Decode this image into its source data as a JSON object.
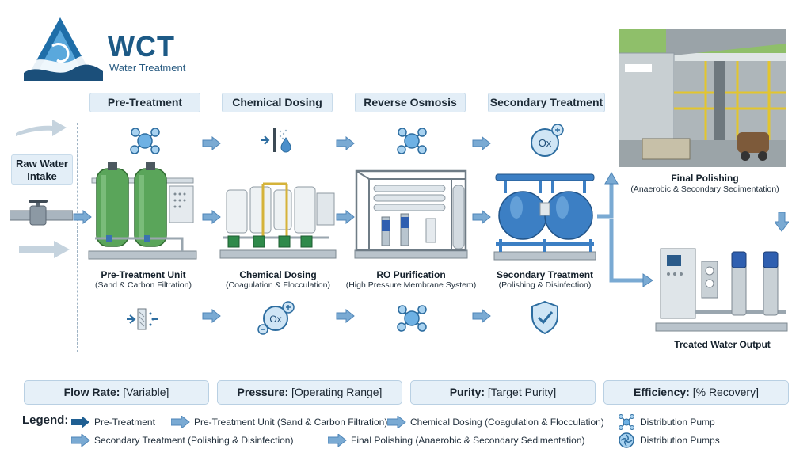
{
  "logo": {
    "name": "WCT",
    "subtitle": "Water Treatment"
  },
  "intake": {
    "label": "Raw Water Intake"
  },
  "stages": [
    {
      "label": "Pre-Treatment",
      "equipment_title": "Pre-Treatment Unit",
      "equipment_subtitle": "(Sand & Carbon Filtration)"
    },
    {
      "label": "Chemical Dosing",
      "equipment_title": "Chemical Dosing",
      "equipment_subtitle": "(Coagulation & Flocculation)"
    },
    {
      "label": "Reverse Osmosis",
      "equipment_title": "RO Purification",
      "equipment_subtitle": "(High Pressure Membrane System)"
    },
    {
      "label": "Secondary Treatment",
      "equipment_title": "Secondary Treatment",
      "equipment_subtitle": "(Polishing & Disinfection)"
    }
  ],
  "final_polishing": {
    "title": "Final Polishing",
    "subtitle": "(Anaerobic & Secondary Sedimentation)"
  },
  "output": {
    "title": "Treated Water Output"
  },
  "icons": {
    "ox_label": "Ox"
  },
  "metrics": [
    {
      "label": "Flow Rate:",
      "value": "[Variable]"
    },
    {
      "label": "Pressure:",
      "value": "[Operating Range]"
    },
    {
      "label": "Purity:",
      "value": "[Target Purity]"
    },
    {
      "label": "Efficiency:",
      "value": "[% Recovery]"
    }
  ],
  "legend": {
    "title": "Legend:",
    "items": [
      "Pre-Treatment",
      "Pre-Treatment Unit (Sand & Carbon Filtration)",
      "Chemical Dosing (Coagulation & Flocculation)",
      "Distribution Pump",
      "Secondary Treatment (Polishing & Disinfection)",
      "Final Polishing (Anaerobic & Secondary Sedimentation)",
      "Distribution Pumps"
    ]
  },
  "colors": {
    "accent": "#1d5a86",
    "arrow": "#6fa1cc",
    "label_bg": "#e3eef7",
    "tank_green": "#5aa55a",
    "tank_blue": "#3c7fc4"
  }
}
